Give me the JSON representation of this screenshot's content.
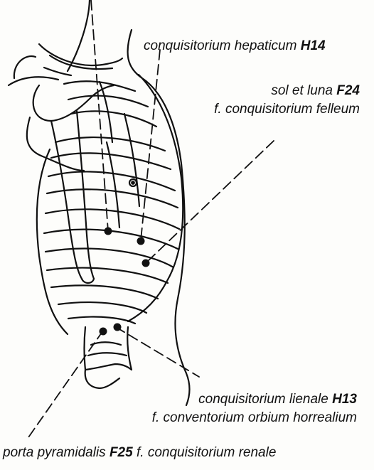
{
  "labels": {
    "hepaticum": {
      "name": "conquisitorium hepaticum",
      "code": "H14"
    },
    "sol_luna": {
      "name": "sol et luna",
      "code": "F24",
      "alt": "f. conquisitorium felleum"
    },
    "lienale": {
      "name": "conquisitorium lienale",
      "code": "H13",
      "alt": "f. conventorium orbium horrealium"
    },
    "renale": {
      "name": "porta pyramidalis",
      "code": "F25",
      "alt": "f. conquisitorium renale"
    }
  },
  "colors": {
    "ink": "#111111",
    "paper": "#fdfdfb"
  }
}
